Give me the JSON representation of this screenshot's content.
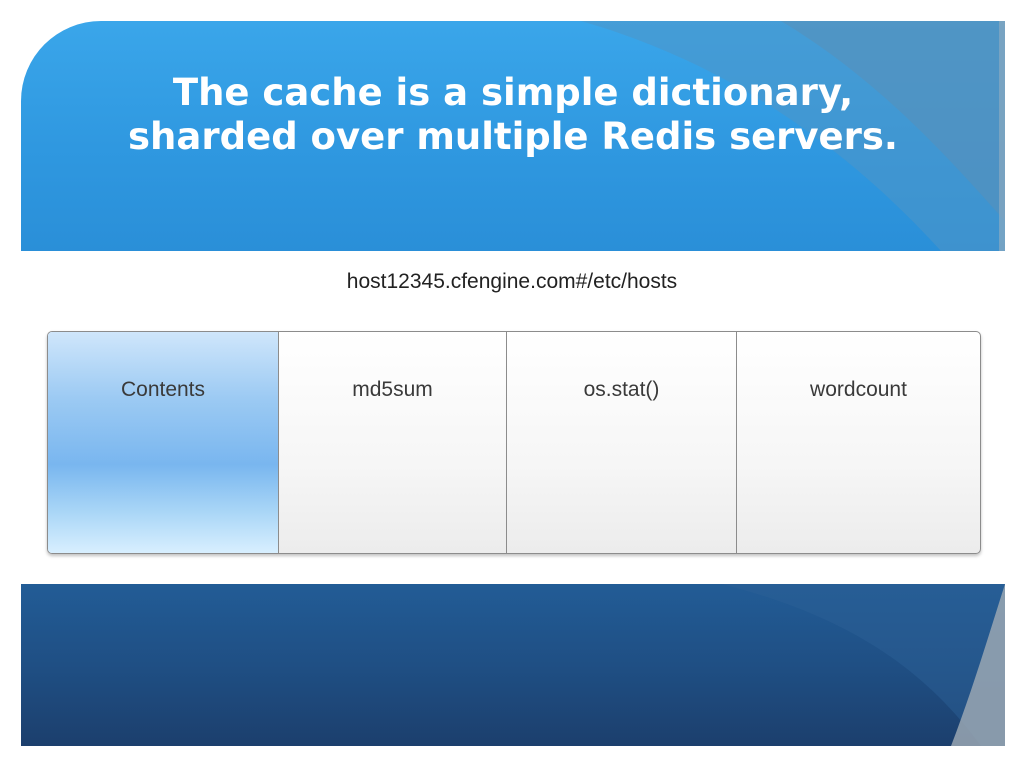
{
  "slide": {
    "title_lines": [
      "The cache is a simple dictionary,",
      "sharded over multiple Redis servers."
    ]
  },
  "diagram": {
    "key": "host12345.cfengine.com#/etc/hosts",
    "cells": [
      "Contents",
      "md5sum",
      "os.stat()",
      "wordcount"
    ]
  },
  "colors": {
    "banner_blue": "#2f98e0",
    "footer_navy": "#1f4f84",
    "highlight_cell": "#79b6ef"
  }
}
